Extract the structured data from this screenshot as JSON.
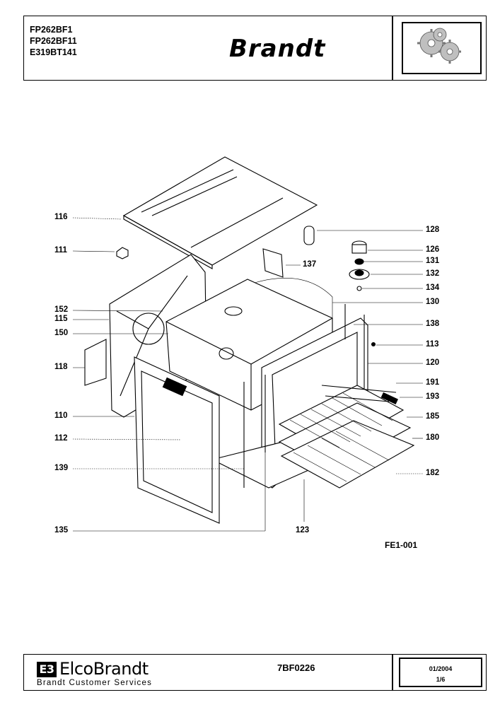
{
  "header": {
    "models": [
      "FP262BF1",
      "FP262BF11",
      "E319BT141"
    ],
    "brand": "Brandt",
    "logo_icon": "gears-icon"
  },
  "diagram": {
    "figure_ref": "FE1-001",
    "labels_left": [
      "116",
      "111",
      "152",
      "115",
      "150",
      "118",
      "110",
      "112",
      "139",
      "135"
    ],
    "labels_right": [
      "128",
      "126",
      "131",
      "137",
      "132",
      "134",
      "130",
      "138",
      "113",
      "120",
      "191",
      "193",
      "185",
      "180",
      "182"
    ],
    "labels_bottom": [
      "123"
    ]
  },
  "footer": {
    "company": "ElcoBrandt",
    "company_mark": "E3",
    "services": "Brandt Customer Services",
    "doc_ref": "7BF0226",
    "date": "01/2004",
    "page": "1/6"
  }
}
